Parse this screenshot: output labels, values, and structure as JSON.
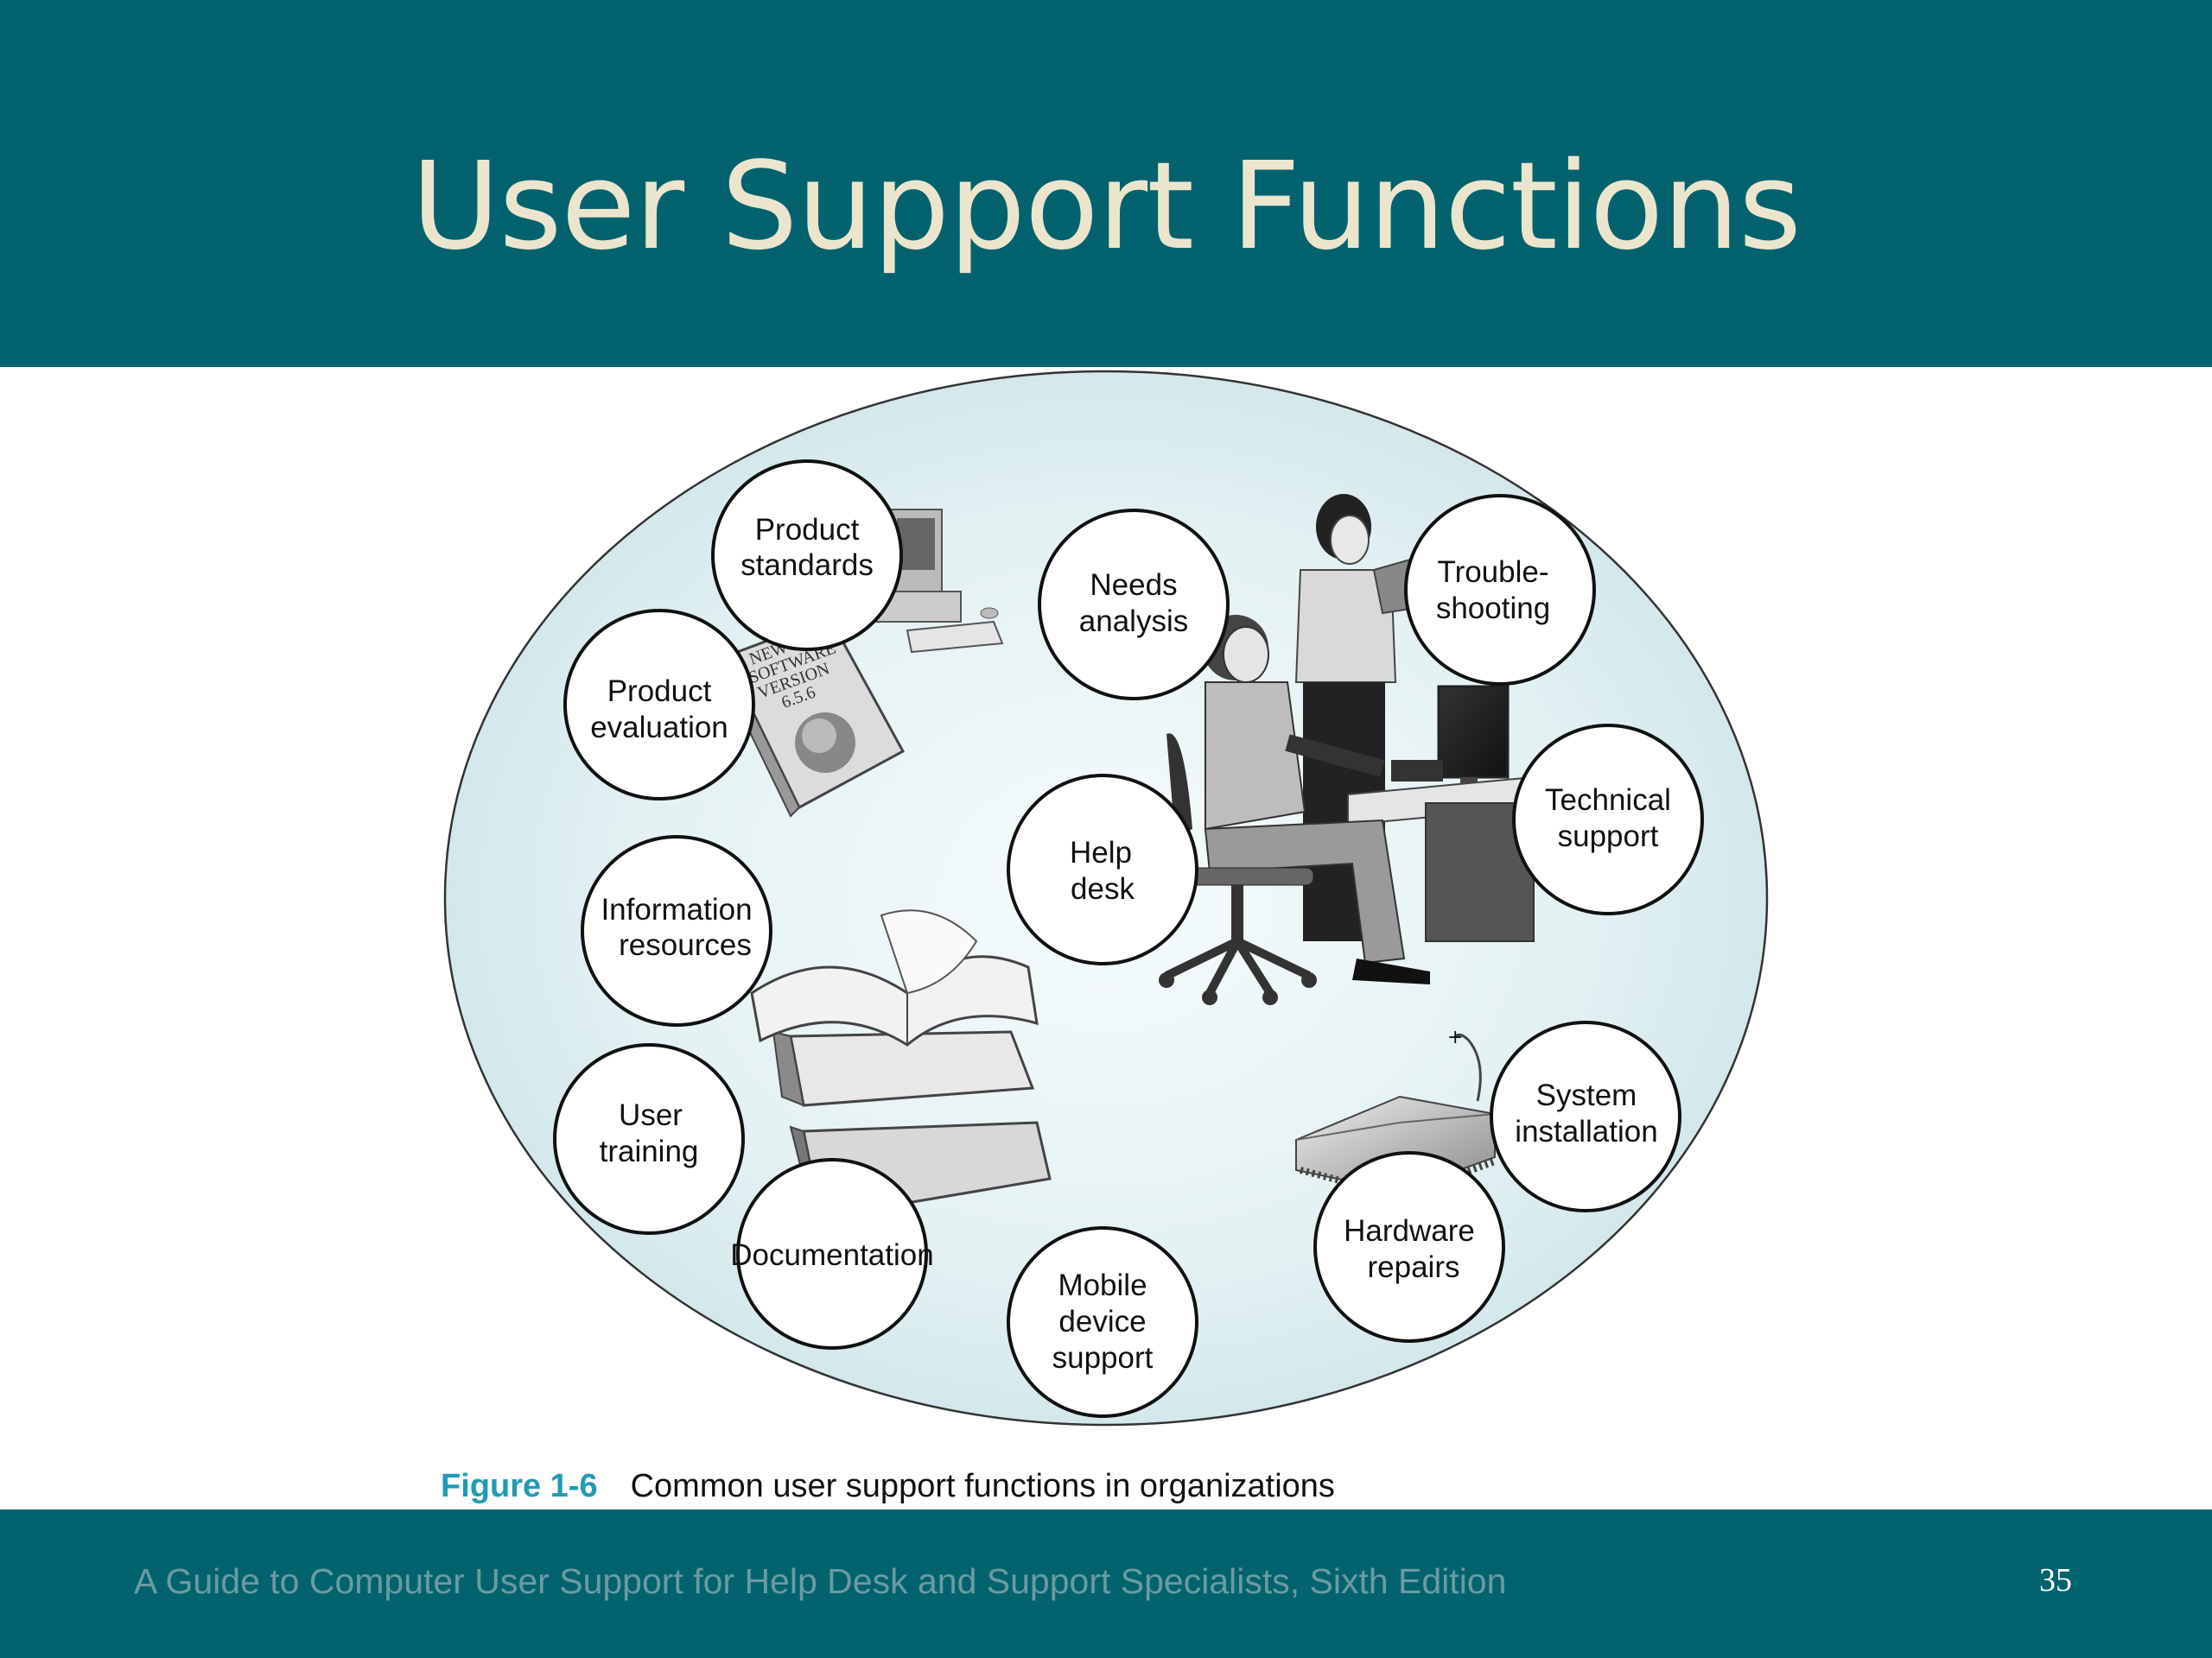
{
  "slide": {
    "title": "User Support Functions",
    "footer": "A Guide to Computer User Support for Help Desk and Support Specialists, Sixth Edition",
    "page_number": "35"
  },
  "figure": {
    "number": "Figure 1-6",
    "caption": "Common user support functions in organizations",
    "software_box_text": [
      "NEW",
      "SOFTWARE",
      "VERSION",
      "6.5.6"
    ],
    "nodes": [
      {
        "id": "product-standards",
        "lines": [
          "Product",
          "standards"
        ]
      },
      {
        "id": "product-evaluation",
        "lines": [
          "Product",
          "evaluation"
        ]
      },
      {
        "id": "information-resources",
        "lines": [
          "Information",
          "resources"
        ]
      },
      {
        "id": "user-training",
        "lines": [
          "User",
          "training"
        ]
      },
      {
        "id": "documentation",
        "lines": [
          "Documentation"
        ]
      },
      {
        "id": "mobile-device-support",
        "lines": [
          "Mobile",
          "device",
          "support"
        ]
      },
      {
        "id": "hardware-repairs",
        "lines": [
          "Hardware",
          "repairs"
        ]
      },
      {
        "id": "system-installation",
        "lines": [
          "System",
          "installation"
        ]
      },
      {
        "id": "technical-support",
        "lines": [
          "Technical",
          "support"
        ]
      },
      {
        "id": "troubleshooting",
        "lines": [
          "Trouble-",
          "shooting"
        ]
      },
      {
        "id": "needs-analysis",
        "lines": [
          "Needs",
          "analysis"
        ]
      },
      {
        "id": "help-desk",
        "lines": [
          "Help",
          "desk"
        ]
      }
    ]
  },
  "colors": {
    "header": "#02636e",
    "title": "#ece5cd",
    "oval_fill": "#d6ebee",
    "figure_number": "#1f9bb3"
  }
}
